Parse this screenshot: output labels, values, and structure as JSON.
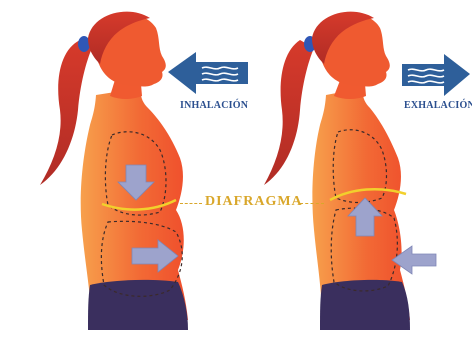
{
  "labels": {
    "inhale": "INHALACIÓN",
    "exhale": "EXHALACIÓN",
    "diaphragm": "DIAFRAGMA"
  },
  "colors": {
    "skin_dark": "#f0552f",
    "skin_light": "#f7a04c",
    "hair": "#c8382a",
    "scrunchie": "#2f57b6",
    "clothing": "#3a2f5e",
    "arrow_blue": "#2e5f9a",
    "arrow_grey": "#9da3cc",
    "diaphragm_line": "#f2d02c",
    "label_blue": "#2b4f8f",
    "label_gold": "#d9a72b"
  },
  "icons": {
    "inhale_arrow": "arrow-left-icon",
    "exhale_arrow": "arrow-right-icon",
    "inhale_chest_arrow": "arrow-down-icon",
    "inhale_belly_arrow": "arrow-right-icon",
    "exhale_chest_arrow": "arrow-up-icon",
    "exhale_belly_arrow": "arrow-left-icon"
  }
}
